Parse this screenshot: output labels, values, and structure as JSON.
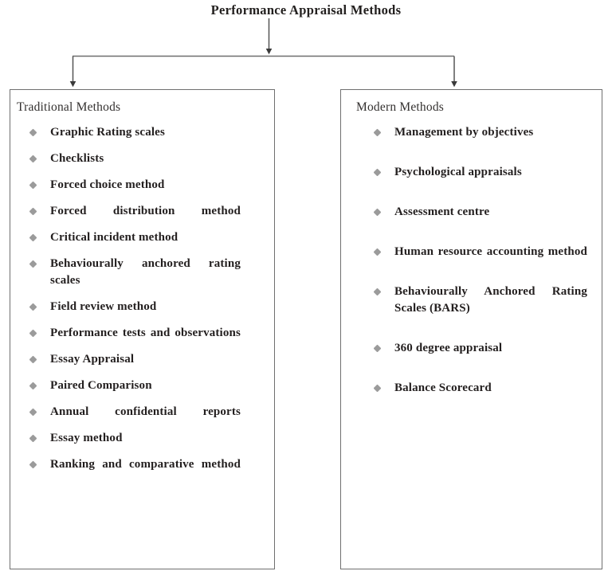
{
  "title": "Performance Appraisal Methods",
  "colors": {
    "box_border": "#6f6f6f",
    "connector": "#555555",
    "bullet": "#9b9b9b",
    "text": "#231f1f",
    "header_text": "#33302f"
  },
  "branches": {
    "traditional": {
      "header": "Traditional Methods",
      "items": [
        "Graphic Rating scales",
        "Checklists",
        "Forced choice method",
        "Forced distribution method",
        "Critical incident method",
        "Behaviourally anchored rating scales",
        "Field review method",
        "Performance tests and observations",
        "Essay Appraisal",
        "Paired Comparison",
        "Annual confidential reports",
        "Essay method",
        "Ranking and comparative method"
      ]
    },
    "modern": {
      "header": "Modern Methods",
      "items": [
        "Management by objectives",
        "Psychological appraisals",
        "Assessment centre",
        "Human resource accounting method",
        "Behaviourally Anchored Rating Scales (BARS)",
        "360 degree appraisal",
        "Balance Scorecard"
      ]
    }
  },
  "connector_labels": {
    "root_to_split": "arrow-down-from-title",
    "split_to_traditional": "arrow-down-to-traditional-box",
    "split_to_modern": "arrow-down-to-modern-box"
  }
}
